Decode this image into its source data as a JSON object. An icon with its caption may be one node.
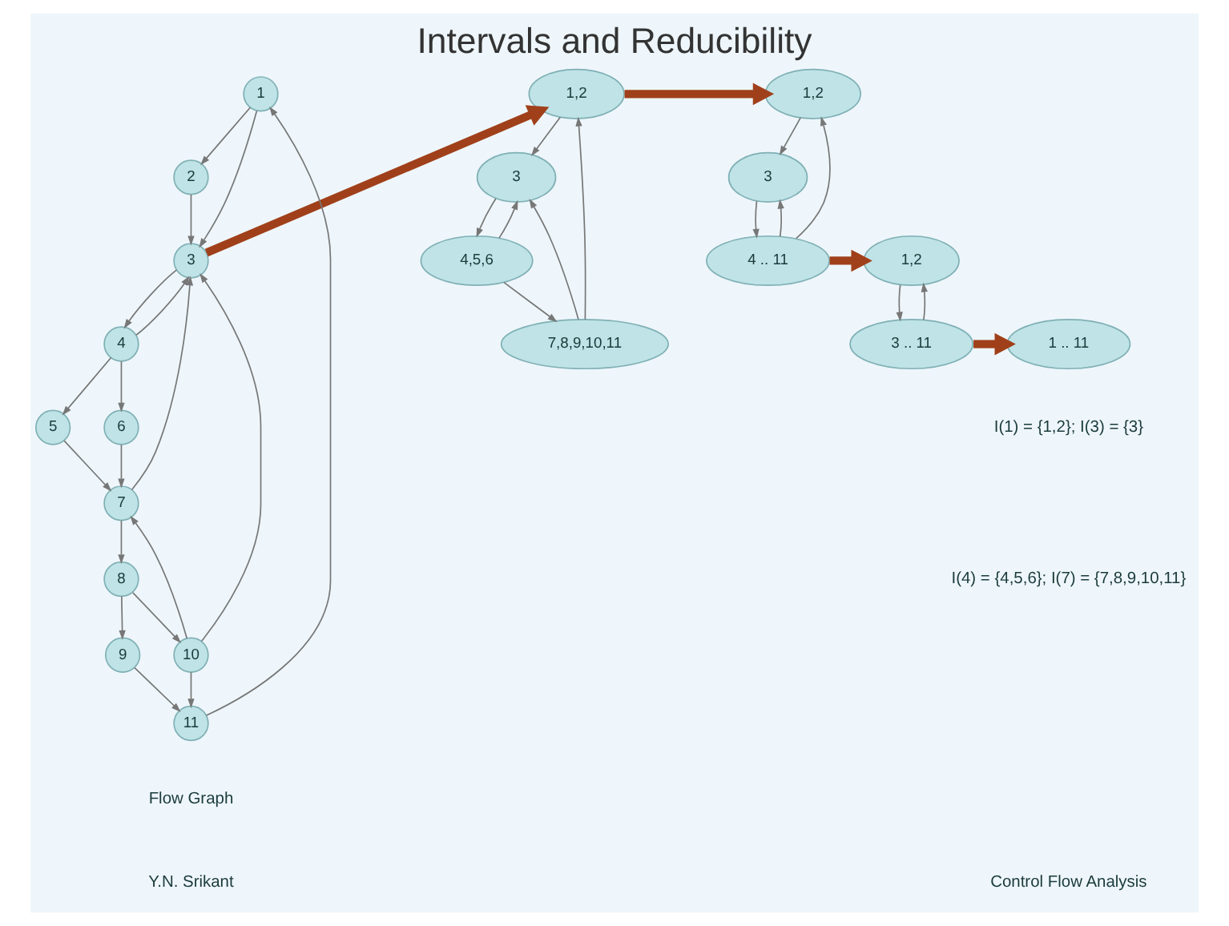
{
  "diagram": {
    "title": "Intervals and Reducibility",
    "nodes": [
      {
        "text": [
          "1"
        ]
      },
      {
        "text": [
          "2"
        ]
      },
      {
        "text": [
          "3"
        ]
      },
      {
        "text": [
          "4"
        ]
      },
      {
        "text": [
          "5"
        ]
      },
      {
        "text": [
          "6"
        ]
      },
      {
        "text": [
          "7"
        ]
      },
      {
        "text": [
          "8"
        ]
      },
      {
        "text": [
          "9"
        ]
      },
      {
        "text": [
          "10"
        ]
      },
      {
        "text": [
          "11"
        ]
      },
      {
        "text": [
          "1,2"
        ]
      },
      {
        "text": [
          "3"
        ]
      },
      {
        "text": [
          "4,5,6"
        ]
      },
      {
        "text": [
          "7,8,9,10,11"
        ]
      },
      {
        "text": [
          "1,2"
        ]
      },
      {
        "text": [
          "3"
        ]
      },
      {
        "text": [
          "4 .. 11"
        ]
      },
      {
        "text": [
          "1,2"
        ]
      },
      {
        "text": [
          "3 .. 11"
        ]
      },
      {
        "text": [
          "1 .. 11"
        ]
      }
    ],
    "edges": [
      {
        "from": 0,
        "to": 1,
        "arrow": "to"
      },
      {
        "from": 0,
        "to": 2,
        "arrow": "to"
      },
      {
        "from": 1,
        "to": 2,
        "arrow": "to"
      },
      {
        "from": 2,
        "to": 3,
        "arrow": "to"
      },
      {
        "from": 3,
        "to": 2,
        "arrow": "to"
      },
      {
        "from": 3,
        "to": 4,
        "arrow": "to"
      },
      {
        "from": 3,
        "to": 5,
        "arrow": "to"
      },
      {
        "from": 4,
        "to": 6,
        "arrow": "to"
      },
      {
        "from": 5,
        "to": 6,
        "arrow": "to"
      },
      {
        "from": 6,
        "to": 2,
        "arrow": "to"
      },
      {
        "from": 6,
        "to": 7,
        "arrow": "to"
      },
      {
        "from": 7,
        "to": 8,
        "arrow": "to"
      },
      {
        "from": 7,
        "to": 9,
        "arrow": "to"
      },
      {
        "from": 8,
        "to": 10,
        "arrow": "to"
      },
      {
        "from": 9,
        "to": 10,
        "arrow": "to"
      },
      {
        "from": 9,
        "to": 6,
        "arrow": "to"
      },
      {
        "from": 9,
        "to": 2,
        "arrow": "to"
      },
      {
        "from": 10,
        "to": 0,
        "arrow": "to"
      },
      {
        "from": 11,
        "to": 12,
        "arrow": "to"
      },
      {
        "from": 12,
        "to": 13,
        "arrow": "to"
      },
      {
        "from": 13,
        "to": 12,
        "arrow": "to"
      },
      {
        "from": 13,
        "to": 14,
        "arrow": "to"
      },
      {
        "from": 14,
        "to": 12,
        "arrow": "to"
      },
      {
        "from": 14,
        "to": 11,
        "arrow": "to"
      },
      {
        "from": 15,
        "to": 16,
        "arrow": "to"
      },
      {
        "from": 16,
        "to": 17,
        "arrow": "to"
      },
      {
        "from": 17,
        "to": 16,
        "arrow": "to"
      },
      {
        "from": 17,
        "to": 15,
        "arrow": "to"
      },
      {
        "from": 18,
        "to": 19,
        "arrow": "to"
      },
      {
        "from": 19,
        "to": 18,
        "arrow": "to"
      },
      {
        "from": 2,
        "to": 11,
        "arrow": "to",
        "style": "thick",
        "color": "#a0401a"
      },
      {
        "from": 11,
        "to": 15,
        "arrow": "to",
        "style": "thick",
        "color": "#a0401a"
      },
      {
        "from": 17,
        "to": 18,
        "arrow": "to",
        "style": "thick",
        "color": "#a0401a"
      },
      {
        "from": 19,
        "to": 20,
        "arrow": "to",
        "style": "thick",
        "color": "#a0401a"
      }
    ],
    "labels": [
      "Flow Graph",
      "I(1) = {1,2}; I(3) = {3}",
      "I(4) = {4,5,6}; I(7) = {7,8,9,10,11}",
      "Y.N. Srikant",
      "Control Flow Analysis"
    ]
  }
}
